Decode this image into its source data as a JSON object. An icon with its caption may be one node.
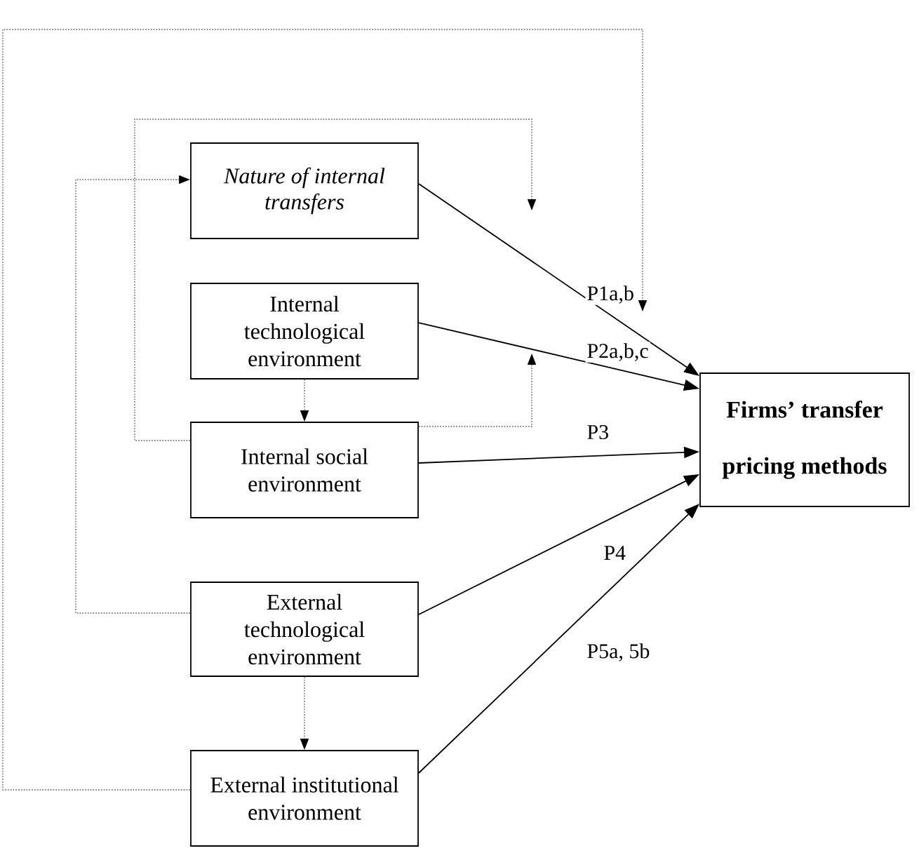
{
  "diagram": {
    "nodes": [
      {
        "text": [
          "Nature of internal transfers"
        ]
      },
      {
        "text": [
          "Internal technological environment"
        ]
      },
      {
        "text": [
          "Internal social environment"
        ]
      },
      {
        "text": [
          "External technological environment"
        ]
      },
      {
        "text": [
          "External institutional environment"
        ]
      },
      {
        "text": [
          "Firms’ transfer pricing methods"
        ]
      }
    ],
    "edges": [
      {
        "from": 0,
        "to": 5,
        "arrow": "to",
        "label": "P1a,b",
        "color": "#000000"
      },
      {
        "from": 1,
        "to": 5,
        "arrow": "to",
        "label": "P2a,b,c",
        "color": "#000000"
      },
      {
        "from": 2,
        "to": 5,
        "arrow": "to",
        "label": "P3",
        "color": "#000000"
      },
      {
        "from": 3,
        "to": 5,
        "arrow": "to",
        "label": "P4",
        "color": "#000000"
      },
      {
        "from": 4,
        "to": 5,
        "arrow": "to",
        "label": "P5a, 5b",
        "color": "#000000"
      },
      {
        "from": 1,
        "to": 2,
        "arrow": "to",
        "style": "dashed"
      },
      {
        "from": 3,
        "to": 4,
        "arrow": "to",
        "style": "dashed"
      },
      {
        "from": 3,
        "to": 0,
        "arrow": "to",
        "style": "dashed"
      },
      {
        "from": 2,
        "to": null,
        "arrow": "to",
        "style": "dashed"
      },
      {
        "from": 2,
        "to": null,
        "arrow": "to",
        "style": "dashed"
      },
      {
        "from": 4,
        "to": null,
        "arrow": "to",
        "style": "dashed"
      }
    ]
  }
}
